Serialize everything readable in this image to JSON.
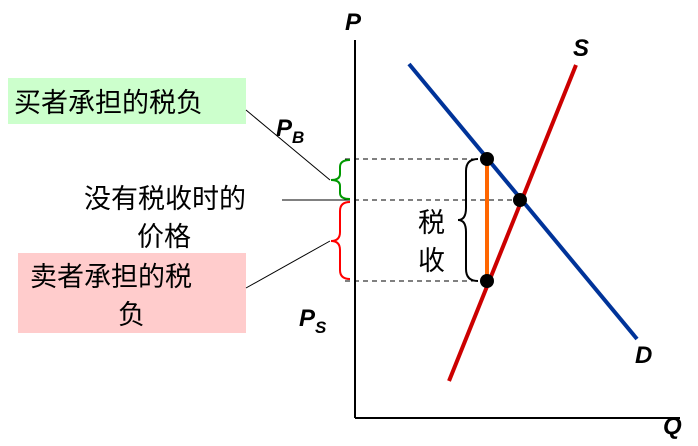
{
  "axes": {
    "price_label": "P",
    "quantity_label": "Q"
  },
  "curves": {
    "supply_label": "S",
    "demand_label": "D"
  },
  "prices": {
    "buyer_price_main": "P",
    "buyer_price_sub": "B",
    "seller_price_main": "P",
    "seller_price_sub": "S"
  },
  "annotations": {
    "buyer_burden": "买者承担的税负",
    "no_tax_price_line1": "没有税收时的",
    "no_tax_price_line2": "价格",
    "seller_burden_line1": "卖者承担的税",
    "seller_burden_line2": "负",
    "tax_line1": "税",
    "tax_line2": "收"
  },
  "colors": {
    "supply": "#cc0000",
    "demand": "#003399",
    "tax_wedge": "#ff6600",
    "buyer_brace": "#009900",
    "seller_brace": "#ff0000",
    "buyer_box": "#ccffcc",
    "seller_box": "#ffcccc"
  }
}
